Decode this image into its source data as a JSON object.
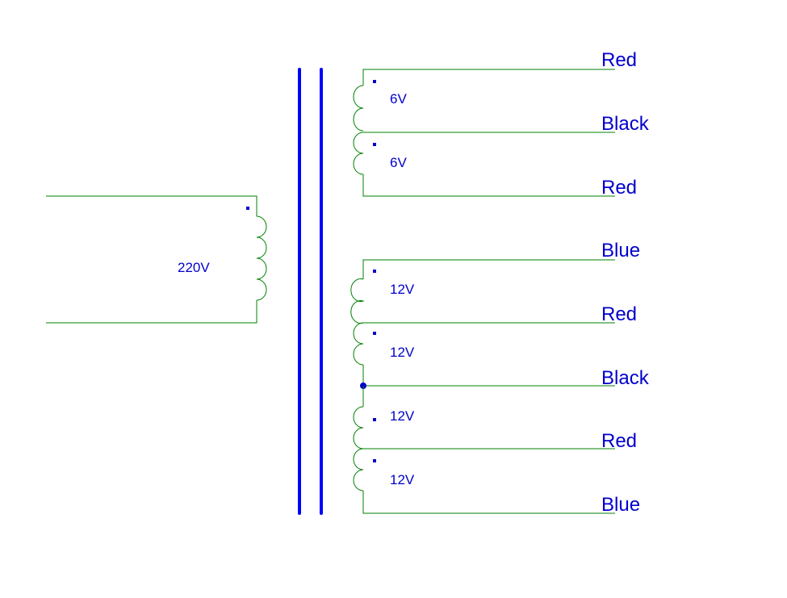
{
  "colors": {
    "wire": "#008000",
    "core": "#0000ff",
    "text": "#0000cc",
    "background": "#ffffff"
  },
  "primary": {
    "voltage": "220V"
  },
  "secondary_top": {
    "windings": [
      {
        "voltage": "6V"
      },
      {
        "voltage": "6V"
      }
    ]
  },
  "secondary_bottom": {
    "windings": [
      {
        "voltage": "12V"
      },
      {
        "voltage": "12V"
      },
      {
        "voltage": "12V"
      },
      {
        "voltage": "12V"
      }
    ]
  },
  "wire_labels": [
    "Red",
    "Black",
    "Red",
    "Blue",
    "Red",
    "Black",
    "Red",
    "Blue"
  ]
}
